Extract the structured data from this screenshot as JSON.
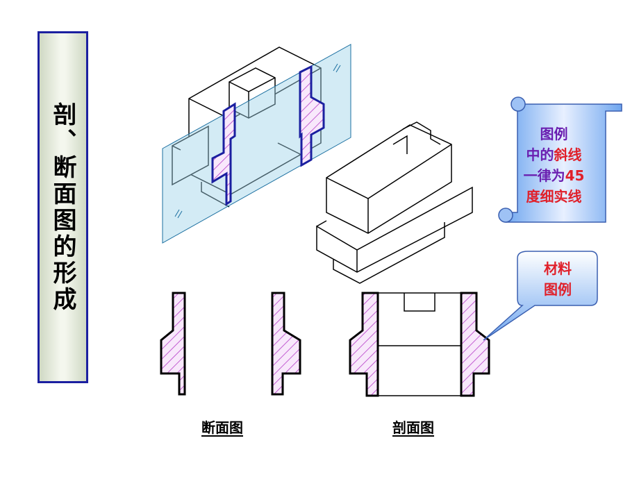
{
  "title": "剖、断面图的形成",
  "labels": {
    "section_view": "断面图",
    "cut_view": "剖面图"
  },
  "scroll_note": {
    "line1": "图例",
    "line2a": "中的",
    "line2b": "斜线",
    "line3": "一律为",
    "line3b": "45",
    "line4": "度细实线"
  },
  "material_callout": {
    "line1": "材料",
    "line2": "图例"
  },
  "colors": {
    "outline": "#000000",
    "hatch": "#b63cc8",
    "plane": "#9ed2e8",
    "cut_edge": "#1b1fa0",
    "callout_fill": "#8fbdf3"
  }
}
